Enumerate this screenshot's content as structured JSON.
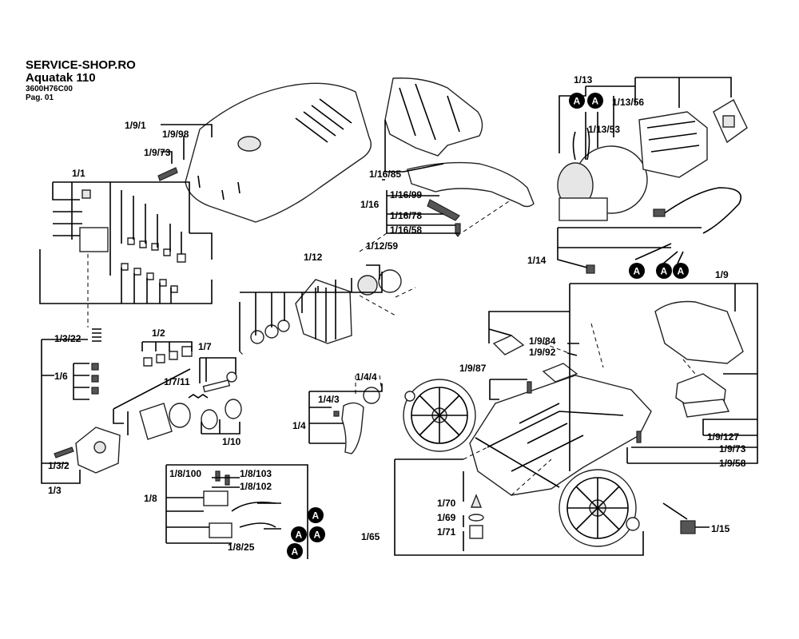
{
  "header": {
    "shop": "SERVICE-SHOP.RO",
    "model": "Aquatak 110",
    "code": "3600H76C00",
    "page": "Pag. 01"
  },
  "labels": {
    "l_1_9_1": "1/9/1",
    "l_1_9_98": "1/9/98",
    "l_1_9_73a": "1/9/73",
    "l_1_1": "1/1",
    "l_1_16_85": "1/16/85",
    "l_1_16": "1/16",
    "l_1_16_99": "1/16/99",
    "l_1_16_78": "1/16/78",
    "l_1_16_58": "1/16/58",
    "l_1_13": "1/13",
    "l_1_13_56": "1/13/56",
    "l_1_13_53": "1/13/53",
    "l_1_14": "1/14",
    "l_1_12": "1/12",
    "l_1_12_59": "1/12/59",
    "l_1_9": "1/9",
    "l_1_3_22": "1/3/22",
    "l_1_2": "1/2",
    "l_1_7": "1/7",
    "l_1_7_11": "1/7/11",
    "l_1_6": "1/6",
    "l_1_10": "1/10",
    "l_1_3_2": "1/3/2",
    "l_1_3": "1/3",
    "l_1_4": "1/4",
    "l_1_4_3": "1/4/3",
    "l_1_4_4": "1/4/4",
    "l_1_9_87": "1/9/87",
    "l_1_9_84": "1/9/84",
    "l_1_9_92": "1/9/92",
    "l_1_9_127": "1/9/127",
    "l_1_9_73b": "1/9/73",
    "l_1_9_58": "1/9/58",
    "l_1_8_100": "1/8/100",
    "l_1_8_103": "1/8/103",
    "l_1_8_102": "1/8/102",
    "l_1_8": "1/8",
    "l_1_8_25": "1/8/25",
    "l_1_70": "1/70",
    "l_1_69": "1/69",
    "l_1_71": "1/71",
    "l_1_65": "1/65",
    "l_1_15": "1/15"
  },
  "markers": {
    "letter": "A"
  }
}
